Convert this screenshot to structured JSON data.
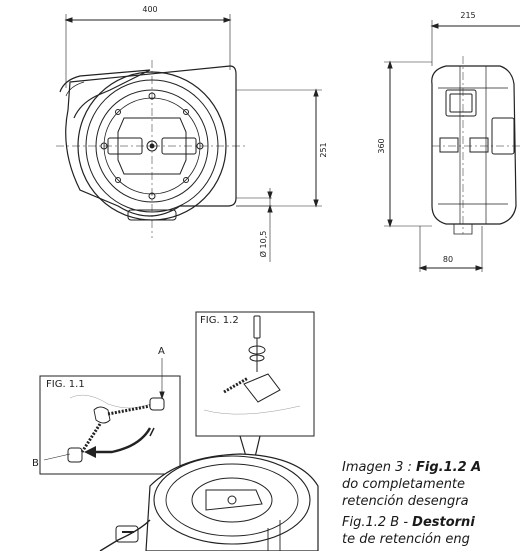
{
  "dimensions": {
    "front_width": "400",
    "front_height": "251",
    "hole_diameter": "Ø 10,5",
    "side_width": "215",
    "side_height": "360",
    "side_bottom": "80"
  },
  "figures": {
    "fig_1_1": "FIG. 1.1",
    "fig_1_2": "FIG. 1.2",
    "callout_a": "A",
    "callout_b": "B"
  },
  "caption": {
    "line1_prefix": "Imagen 3 : ",
    "line1_bold": "Fig.1.2 A",
    "line2": "do completamente",
    "line3": "retención desengra",
    "line4_prefix": "Fig.1.2 B - ",
    "line4_bold": "Destorni",
    "line5": "te de retención eng"
  },
  "colors": {
    "line": "#222222",
    "caption_text": "#1a1a1a"
  }
}
